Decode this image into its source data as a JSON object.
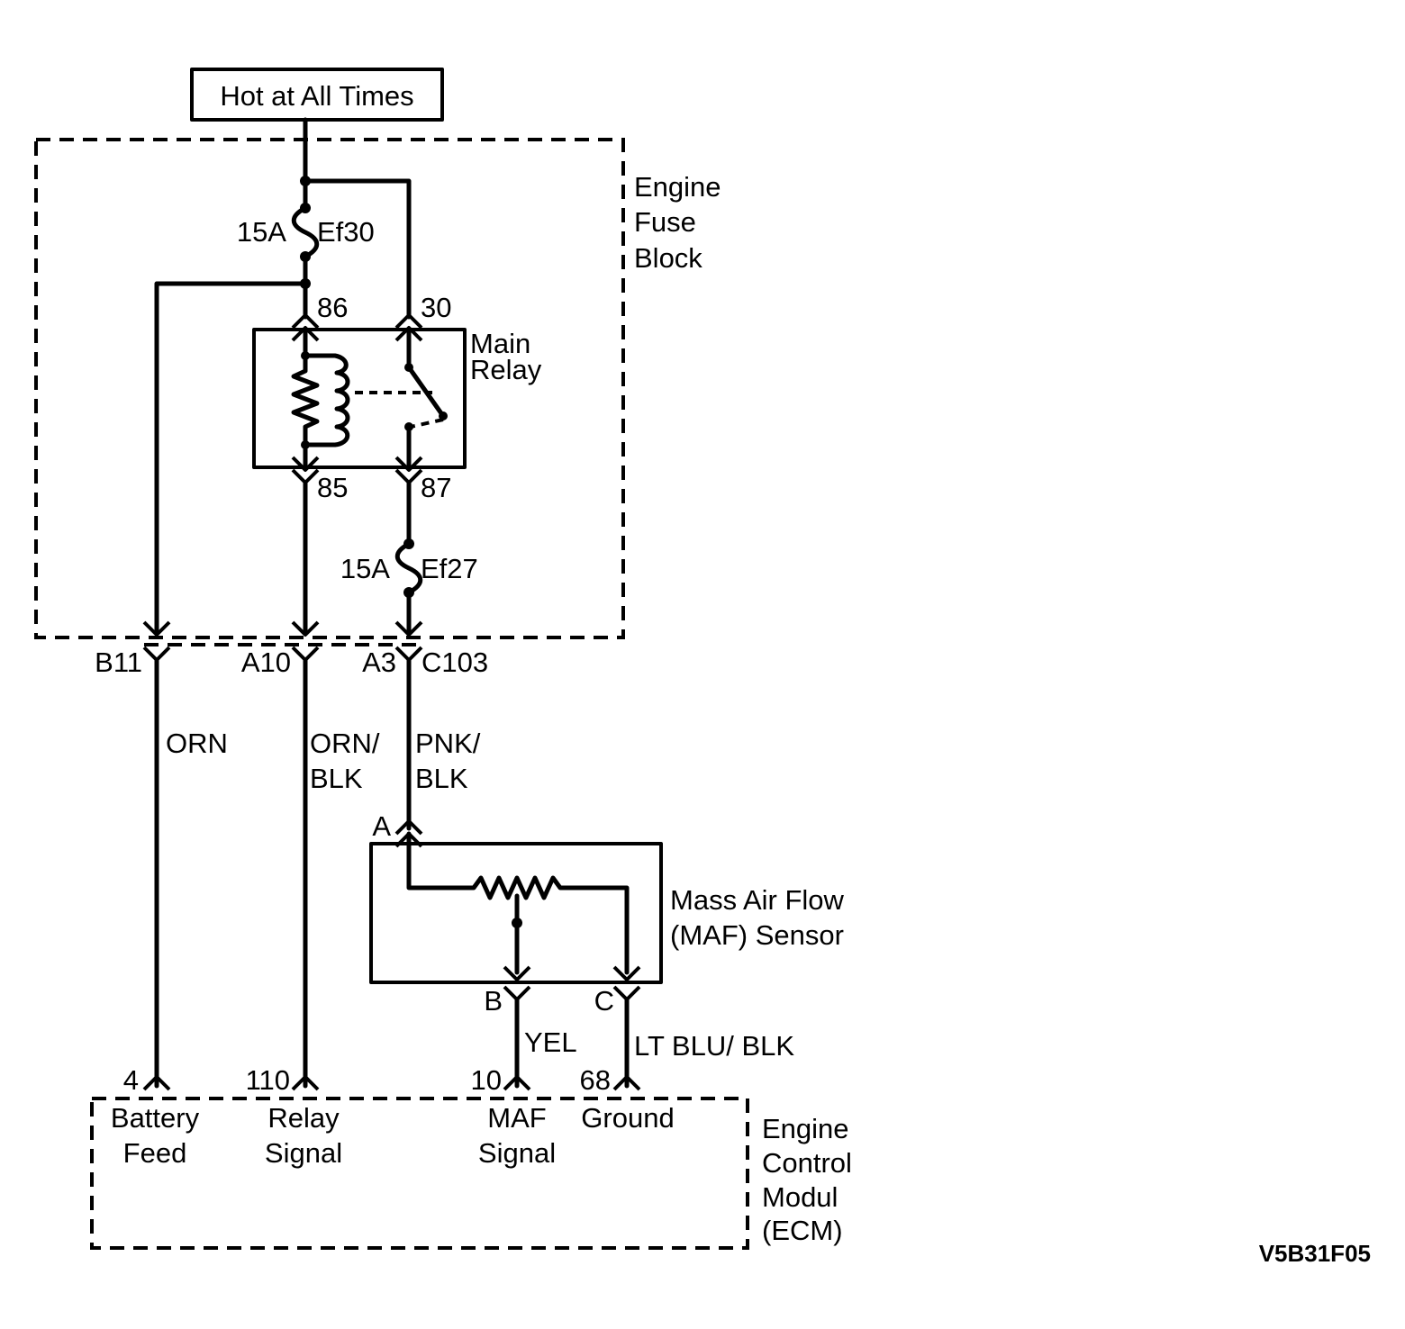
{
  "power_source": {
    "label": "Hot at All Times"
  },
  "engine_fuse_block": {
    "label_lines": [
      "Engine",
      "Fuse",
      "Block"
    ]
  },
  "fuses": [
    {
      "rating": "15A",
      "id": "Ef30"
    },
    {
      "rating": "15A",
      "id": "Ef27"
    }
  ],
  "main_relay": {
    "label_lines": [
      "Main",
      "Relay"
    ],
    "terminals": [
      "86",
      "30",
      "85",
      "87"
    ]
  },
  "connector": {
    "id": "C103",
    "pins": [
      "B11",
      "A10",
      "A3"
    ]
  },
  "wires": [
    {
      "color_lines": [
        "ORN"
      ]
    },
    {
      "color_lines": [
        "ORN/",
        "BLK"
      ]
    },
    {
      "color_lines": [
        "PNK/",
        "BLK"
      ]
    },
    {
      "color_lines": [
        "YEL"
      ]
    },
    {
      "color_lines": [
        "LT BLU/ BLK"
      ]
    }
  ],
  "maf_sensor": {
    "label_lines": [
      "Mass Air Flow",
      "(MAF) Sensor"
    ],
    "terminals": [
      "A",
      "B",
      "C"
    ]
  },
  "ecm": {
    "label_lines": [
      "Engine",
      "Control",
      "Modul",
      "(ECM)"
    ],
    "pins": [
      {
        "number": "4",
        "name_lines": [
          "Battery",
          "Feed"
        ]
      },
      {
        "number": "110",
        "name_lines": [
          "Relay",
          "Signal"
        ]
      },
      {
        "number": "10",
        "name_lines": [
          "MAF",
          "Signal"
        ]
      },
      {
        "number": "68",
        "name_lines": [
          "Ground"
        ]
      }
    ]
  },
  "figure_id": "V5B31F05"
}
